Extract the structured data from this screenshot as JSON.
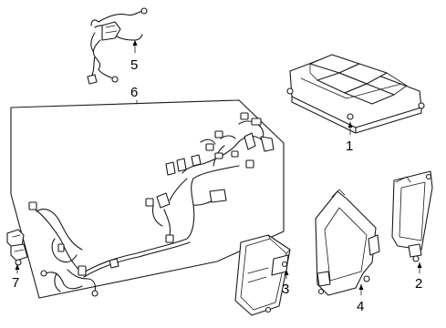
{
  "callouts": [
    {
      "id": "1",
      "label": "1"
    },
    {
      "id": "2",
      "label": "2"
    },
    {
      "id": "3",
      "label": "3"
    },
    {
      "id": "4",
      "label": "4"
    },
    {
      "id": "5",
      "label": "5"
    },
    {
      "id": "6",
      "label": "6"
    },
    {
      "id": "7",
      "label": "7"
    }
  ],
  "parts": [
    {
      "callout": "1",
      "icon": "control-module-icon"
    },
    {
      "callout": "2",
      "icon": "bracket-icon"
    },
    {
      "callout": "3",
      "icon": "module-icon"
    },
    {
      "callout": "4",
      "icon": "bracket-icon"
    },
    {
      "callout": "5",
      "icon": "cable-icon"
    },
    {
      "callout": "6",
      "icon": "wire-harness-icon"
    },
    {
      "callout": "7",
      "icon": "clip-icon"
    }
  ]
}
